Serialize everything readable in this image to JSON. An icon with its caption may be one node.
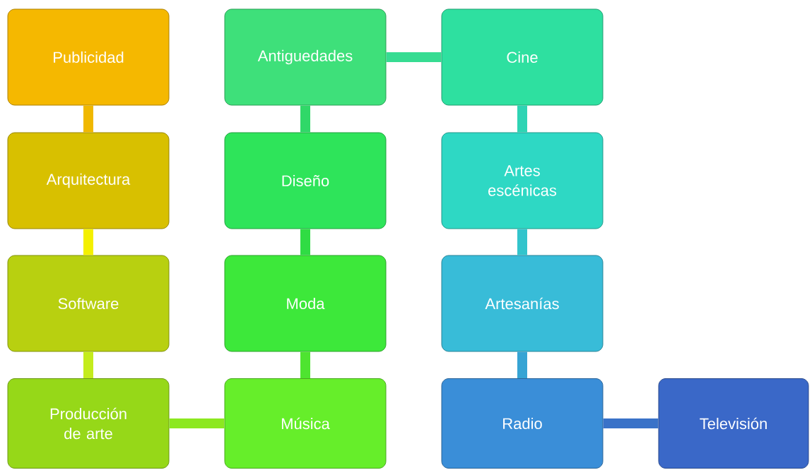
{
  "diagram": {
    "nodes": [
      {
        "text": [
          "Publicidad"
        ]
      },
      {
        "text": [
          "Arquitectura"
        ]
      },
      {
        "text": [
          "Software"
        ]
      },
      {
        "text": [
          "Producción de arte"
        ]
      },
      {
        "text": [
          "Música"
        ]
      },
      {
        "text": [
          "Moda"
        ]
      },
      {
        "text": [
          "Diseño"
        ]
      },
      {
        "text": [
          "Antiguedades"
        ]
      },
      {
        "text": [
          "Cine"
        ]
      },
      {
        "text": [
          "Artes escénicas"
        ]
      },
      {
        "text": [
          "Artesanías"
        ]
      },
      {
        "text": [
          "Radio"
        ]
      },
      {
        "text": [
          "Televisión"
        ]
      }
    ],
    "edges": [
      {
        "from": 0,
        "to": 1,
        "arrow": "none",
        "color": "#f0b800"
      },
      {
        "from": 1,
        "to": 2,
        "arrow": "none",
        "color": "#f4f000"
      },
      {
        "from": 2,
        "to": 3,
        "arrow": "none",
        "color": "#c4ec1c"
      },
      {
        "from": 3,
        "to": 4,
        "arrow": "none",
        "color": "#8ce820"
      },
      {
        "from": 4,
        "to": 5,
        "arrow": "none",
        "color": "#4ee430"
      },
      {
        "from": 5,
        "to": 6,
        "arrow": "none",
        "color": "#30dc44"
      },
      {
        "from": 6,
        "to": 7,
        "arrow": "none",
        "color": "#30d868"
      },
      {
        "from": 7,
        "to": 8,
        "arrow": "none",
        "color": "#36dc92"
      },
      {
        "from": 8,
        "to": 9,
        "arrow": "none",
        "color": "#2ed4b4"
      },
      {
        "from": 9,
        "to": 10,
        "arrow": "none",
        "color": "#32c4cc"
      },
      {
        "from": 10,
        "to": 11,
        "arrow": "none",
        "color": "#36a4d4"
      },
      {
        "from": 11,
        "to": 12,
        "arrow": "none",
        "color": "#3a72c8"
      }
    ]
  }
}
